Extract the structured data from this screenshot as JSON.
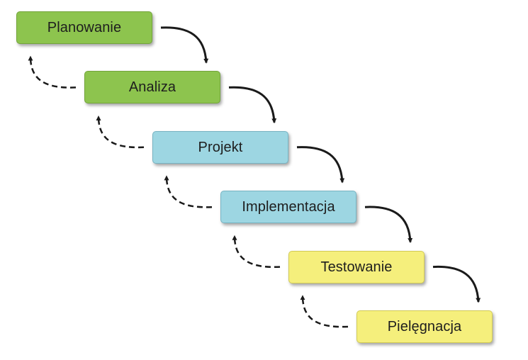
{
  "diagram": {
    "stages": [
      {
        "label": "Planowanie",
        "fill": "#8dc44e",
        "border": "#73a53a"
      },
      {
        "label": "Analiza",
        "fill": "#8dc44e",
        "border": "#73a53a"
      },
      {
        "label": "Projekt",
        "fill": "#9dd6e2",
        "border": "#77b3c2"
      },
      {
        "label": "Implementacja",
        "fill": "#9dd6e2",
        "border": "#77b3c2"
      },
      {
        "label": "Testowanie",
        "fill": "#f5ef7c",
        "border": "#d2cb55"
      },
      {
        "label": "Pielęgnacja",
        "fill": "#f5ef7c",
        "border": "#d2cb55"
      }
    ],
    "arrow_color": "#1a1a1a",
    "forward_arrow_style": "solid",
    "backward_arrow_style": "dashed"
  }
}
